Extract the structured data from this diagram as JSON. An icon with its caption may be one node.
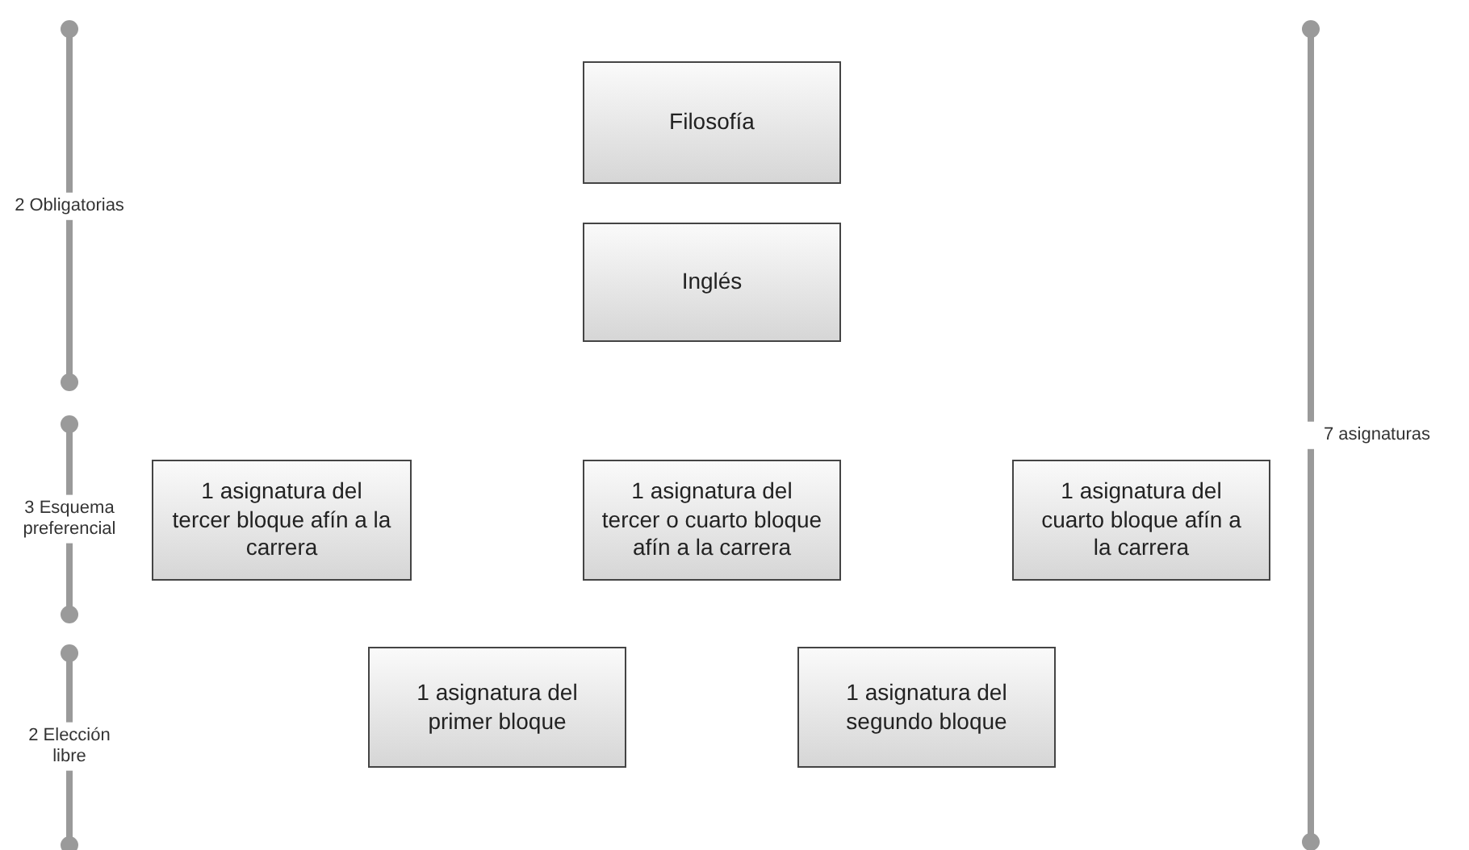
{
  "diagram": {
    "nodes": [
      {
        "text": [
          "Filosofía"
        ]
      },
      {
        "text": [
          "Inglés"
        ]
      },
      {
        "text": [
          "1 asignatura del tercer bloque afín a la carrera"
        ]
      },
      {
        "text": [
          "1 asignatura del tercer o cuarto bloque afín a la carrera"
        ]
      },
      {
        "text": [
          "1 asignatura del cuarto bloque afín a la carrera"
        ]
      },
      {
        "text": [
          "1 asignatura del primer bloque"
        ]
      },
      {
        "text": [
          "1 asignatura del segundo bloque"
        ]
      }
    ],
    "edges": [],
    "labels": [
      "2 Obligatorias",
      "7 asignaturas",
      "3 Esquema preferencial",
      "2 Elección libre"
    ]
  }
}
